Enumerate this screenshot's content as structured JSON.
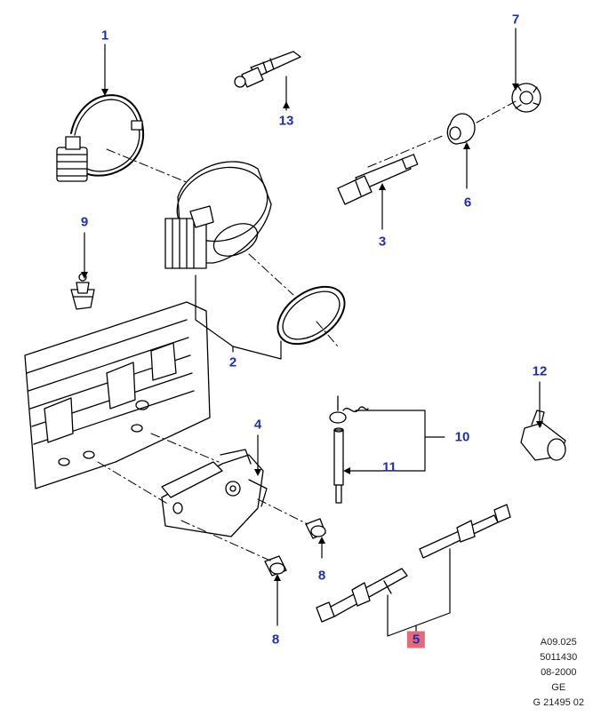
{
  "callouts": {
    "c1": "1",
    "c2": "2",
    "c3": "3",
    "c4": "4",
    "c5": "5",
    "c6": "6",
    "c7": "7",
    "c8a": "8",
    "c8b": "8",
    "c9": "9",
    "c10": "10",
    "c11": "11",
    "c12": "12",
    "c13": "13"
  },
  "highlight_color": "#e36a7a",
  "callout_color": "#1a2fb5",
  "reference": {
    "line1": "A09.025",
    "line2": "5011430",
    "line3": "08-2000",
    "line4": "GE",
    "line5": "G 21495 02"
  }
}
